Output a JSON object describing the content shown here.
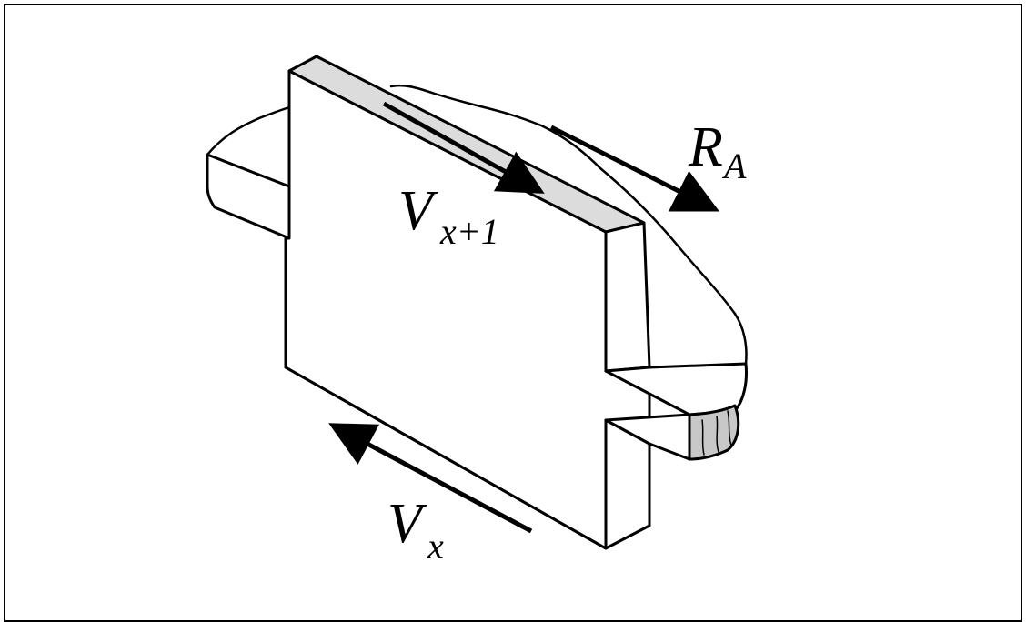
{
  "diagram": {
    "labels": {
      "top_shear_main": "V",
      "top_shear_sub": "x+1",
      "bottom_shear_main": "V",
      "bottom_shear_sub": "x",
      "resultant_main": "R",
      "resultant_sub": "A"
    },
    "colors": {
      "stroke": "#000000",
      "top_face": "#dcdcdc",
      "cut_face": "#c8c8c8",
      "background": "#ffffff"
    }
  }
}
